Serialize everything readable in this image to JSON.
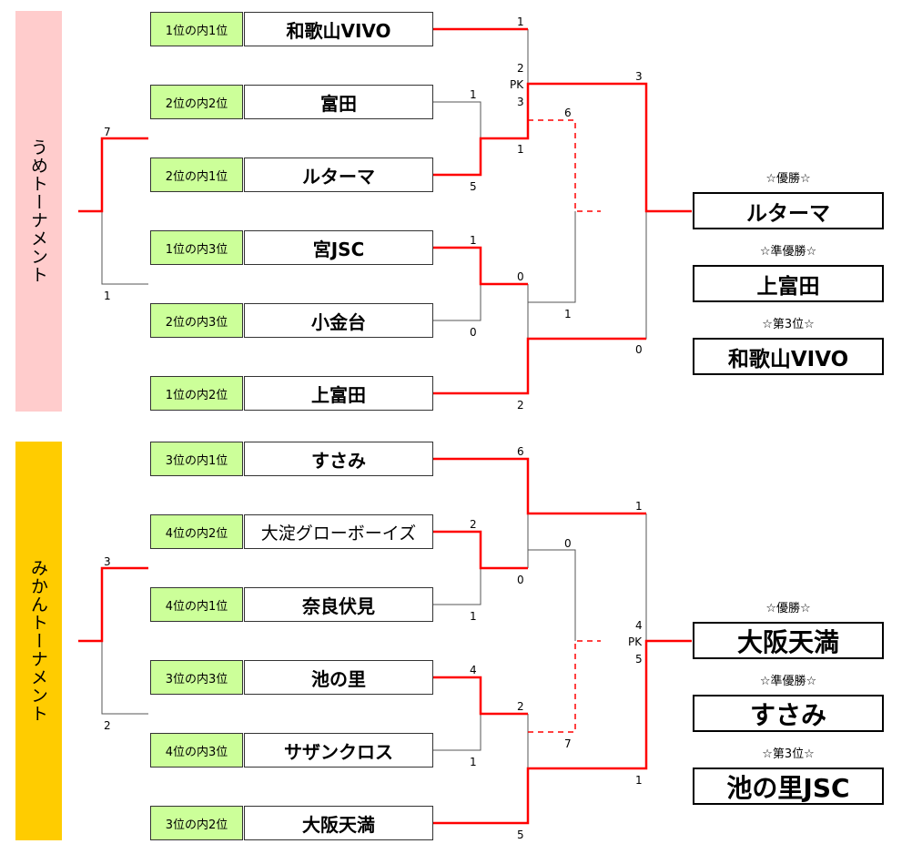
{
  "colors": {
    "ume_band": "#ffcccc",
    "mikan_band": "#ffcc00",
    "seed_bg": "#ccff99",
    "win_line": "#ff0000",
    "loss_line": "#555555"
  },
  "ume": {
    "title": "うめトーナメント",
    "rows": [
      {
        "seed": "1位の内1位",
        "team": "和歌山VIVO"
      },
      {
        "seed": "2位の内2位",
        "team": "富田"
      },
      {
        "seed": "2位の内1位",
        "team": "ルターマ"
      },
      {
        "seed": "1位の内3位",
        "team": "宮JSC"
      },
      {
        "seed": "2位の内3位",
        "team": "小金台"
      },
      {
        "seed": "1位の内2位",
        "team": "上富田"
      }
    ],
    "scores": {
      "pre_top": "7",
      "pre_bot": "1",
      "r1a_top": "1",
      "r1a_bot": "5",
      "r1b_top": "1",
      "r1b_bot": "0",
      "sf1_top": "1",
      "sf1_pk_top": "2",
      "sf1_pk": "PK",
      "sf1_pk_bot": "3",
      "sf1_bot": "1",
      "sf2_top": "0",
      "sf2_bot": "2",
      "third_top": "6",
      "third_bot": "1",
      "final_top": "3",
      "final_bot": "0"
    },
    "results": {
      "win_label": "☆優勝☆",
      "win": "ルターマ",
      "second_label": "☆準優勝☆",
      "second": "上富田",
      "third_label": "☆第3位☆",
      "third": "和歌山VIVO"
    }
  },
  "mikan": {
    "title": "みかんトーナメント",
    "rows": [
      {
        "seed": "3位の内1位",
        "team": "すさみ"
      },
      {
        "seed": "4位の内2位",
        "team": "大淀グローボーイズ"
      },
      {
        "seed": "4位の内1位",
        "team": "奈良伏見"
      },
      {
        "seed": "3位の内3位",
        "team": "池の里"
      },
      {
        "seed": "4位の内3位",
        "team": "サザンクロス"
      },
      {
        "seed": "3位の内2位",
        "team": "大阪天満"
      }
    ],
    "scores": {
      "pre_top": "3",
      "pre_bot": "2",
      "r1a_top": "2",
      "r1a_bot": "1",
      "r1b_top": "4",
      "r1b_bot": "1",
      "sf1_top": "6",
      "sf1_bot": "0",
      "sf2_top": "2",
      "sf2_bot": "5",
      "third_top": "0",
      "third_bot": "7",
      "final_top": "1",
      "final_pk_top": "4",
      "final_pk": "PK",
      "final_pk_bot": "5",
      "final_bot": "1"
    },
    "results": {
      "win_label": "☆優勝☆",
      "win": "大阪天満",
      "second_label": "☆準優勝☆",
      "second": "すさみ",
      "third_label": "☆第3位☆",
      "third": "池の里JSC"
    }
  }
}
